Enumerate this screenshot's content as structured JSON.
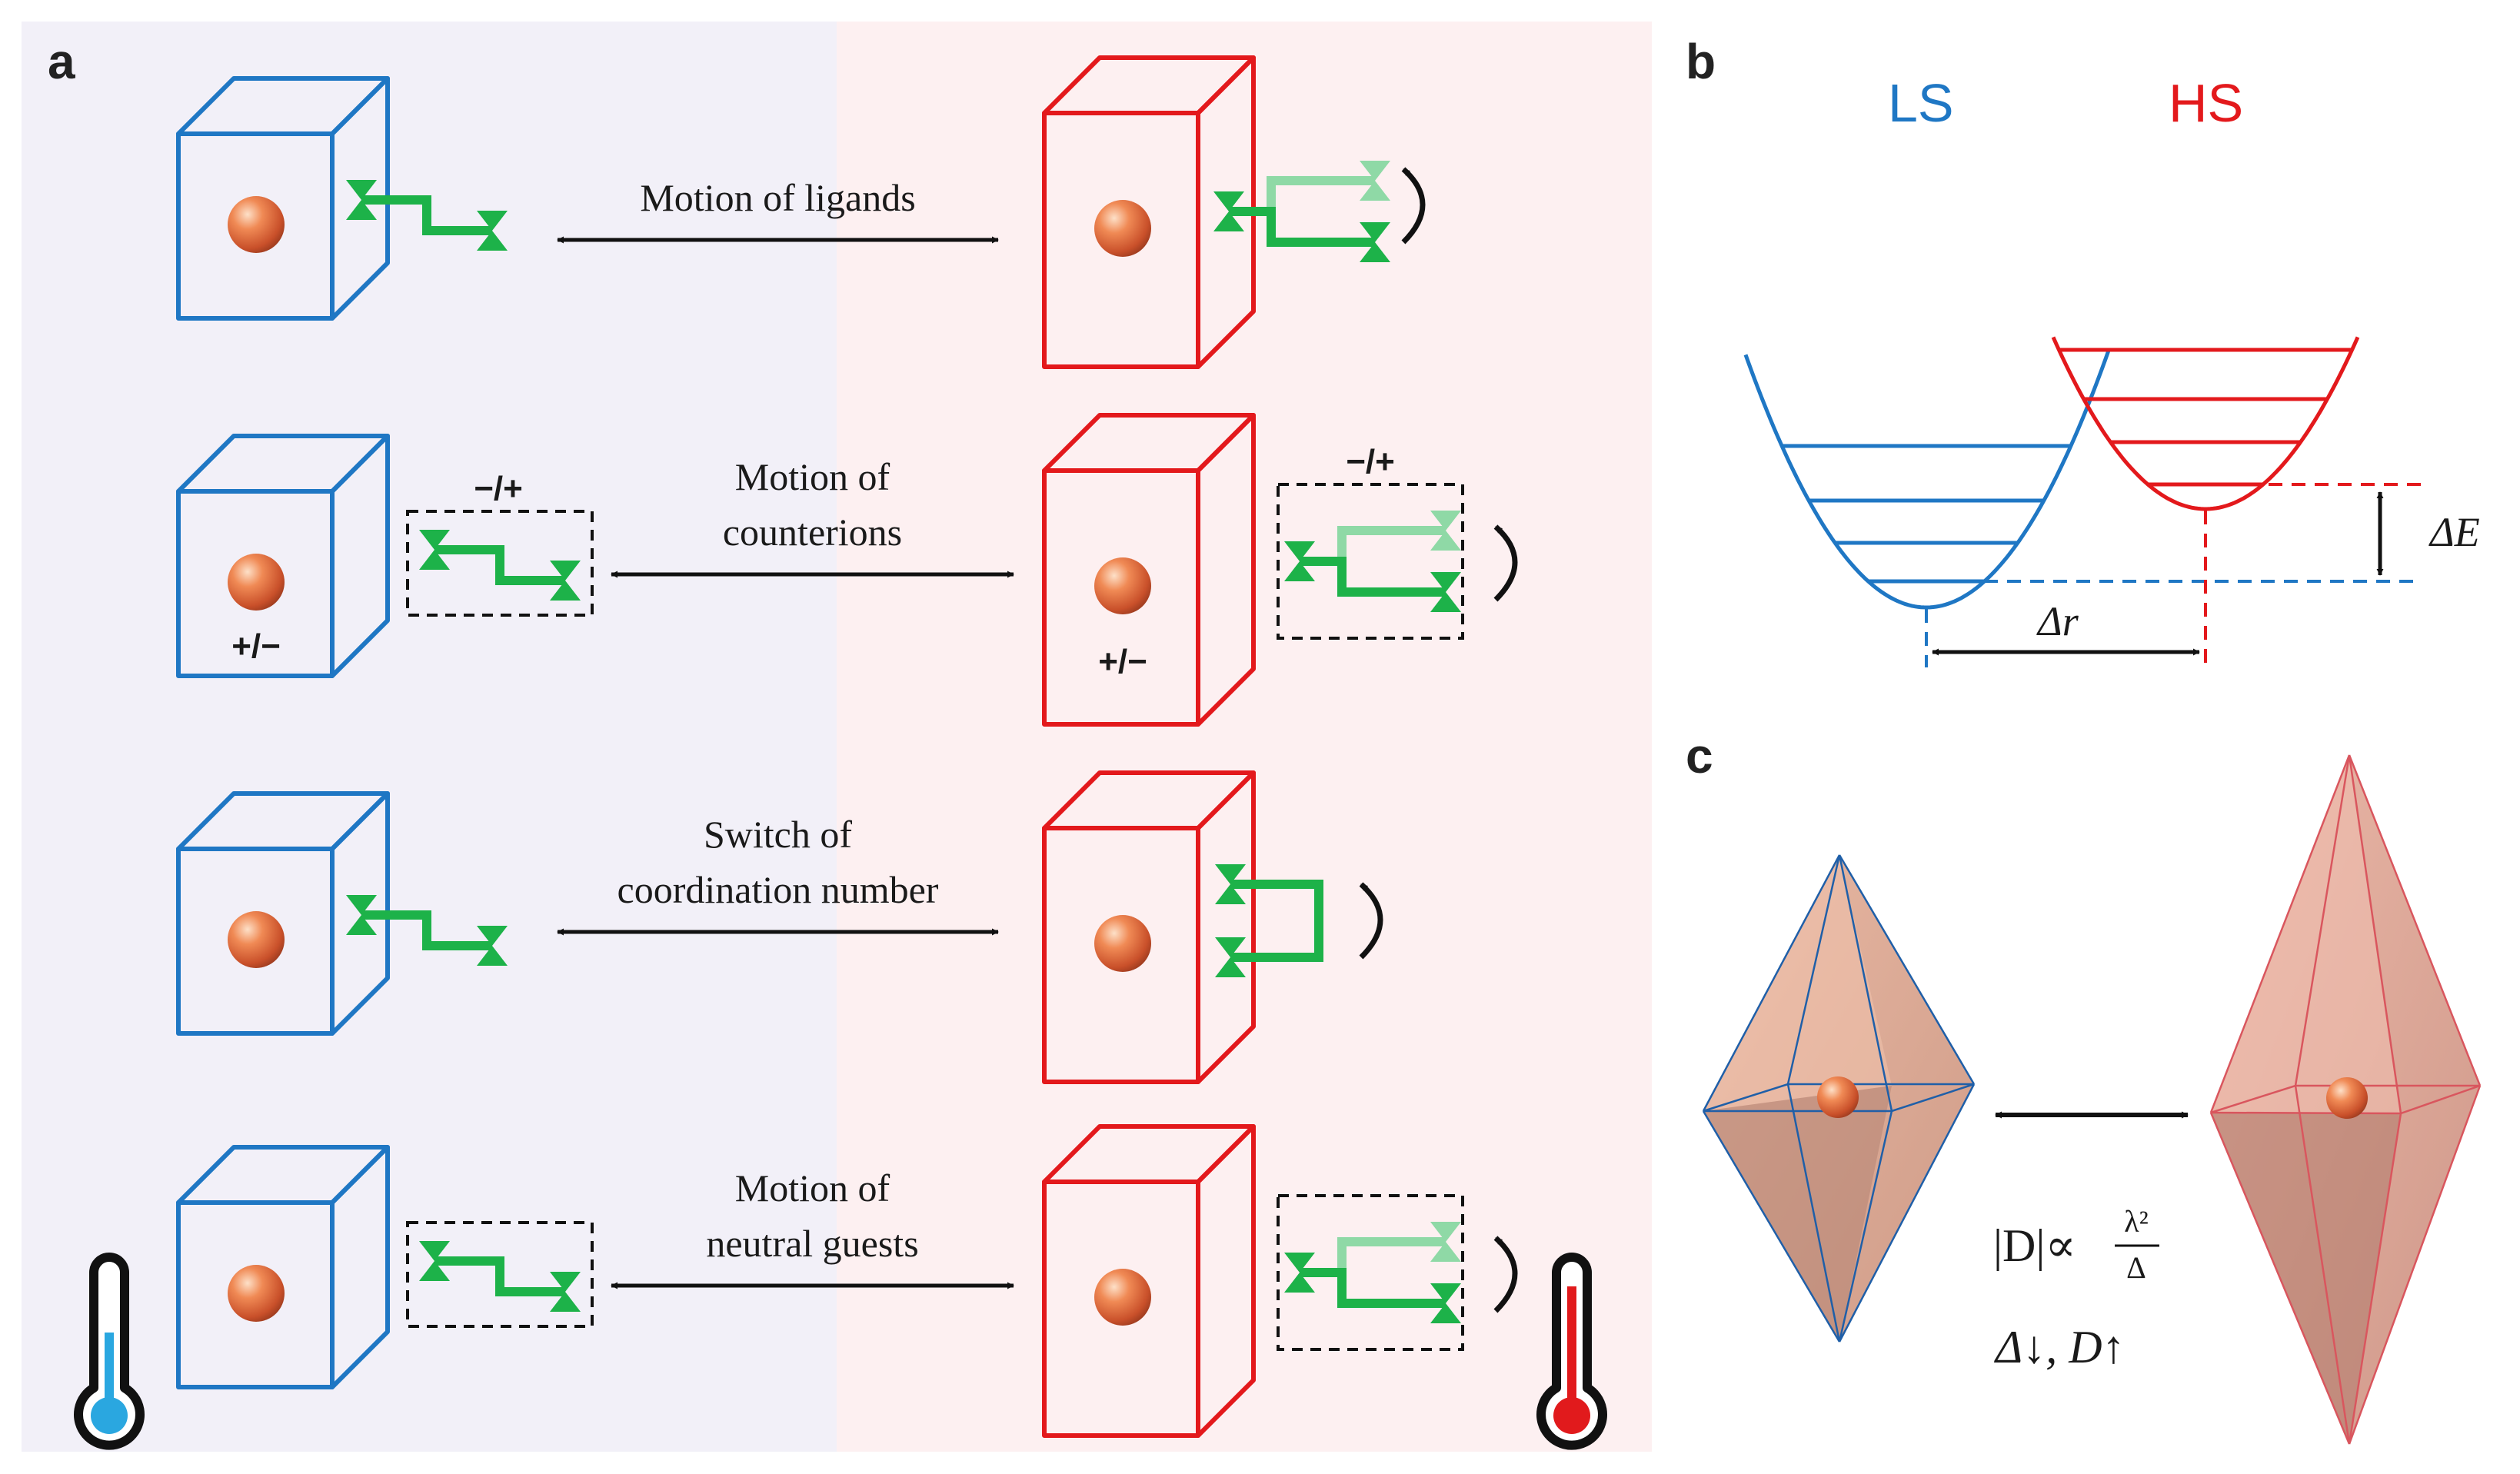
{
  "panels": {
    "a": "a",
    "b": "b",
    "c": "c"
  },
  "panel_a": {
    "rows": [
      {
        "label_lines": [
          "Motion of ligands"
        ],
        "boxed": false,
        "charge_left": "",
        "charge_right": "",
        "box_charge_left": "",
        "box_charge_right": "",
        "right_mode": "rotate"
      },
      {
        "label_lines": [
          "Motion of",
          "counterions"
        ],
        "boxed": true,
        "charge_left": "+/−",
        "charge_right": "+/−",
        "box_charge_left": "−/+",
        "box_charge_right": "−/+",
        "right_mode": "rotate"
      },
      {
        "label_lines": [
          "Switch of",
          "coordination number"
        ],
        "boxed": false,
        "charge_left": "",
        "charge_right": "",
        "box_charge_left": "",
        "box_charge_right": "",
        "right_mode": "coordinate"
      },
      {
        "label_lines": [
          "Motion of",
          "neutral guests"
        ],
        "boxed": true,
        "charge_left": "",
        "charge_right": "",
        "box_charge_left": "",
        "box_charge_right": "",
        "right_mode": "rotate"
      }
    ],
    "icons": [
      "thermometer-cold-icon",
      "thermometer-hot-icon"
    ]
  },
  "panel_b": {
    "ls_label": "LS",
    "hs_label": "HS",
    "delta_e": "ΔE",
    "delta_r": "Δr"
  },
  "panel_c": {
    "formula_lhs": "|D|∝",
    "formula_num": "λ²",
    "formula_den": "Δ",
    "trend": "Δ↓, D↑"
  },
  "colors": {
    "low_spin": "#1f77c4",
    "high_spin": "#e3191c",
    "ligand": "#1db249",
    "ligand_light": "#8fd9a6",
    "bg_cold": "#f2f0f8",
    "bg_hot": "#fdf0f1",
    "metal": "#e06a3a"
  }
}
